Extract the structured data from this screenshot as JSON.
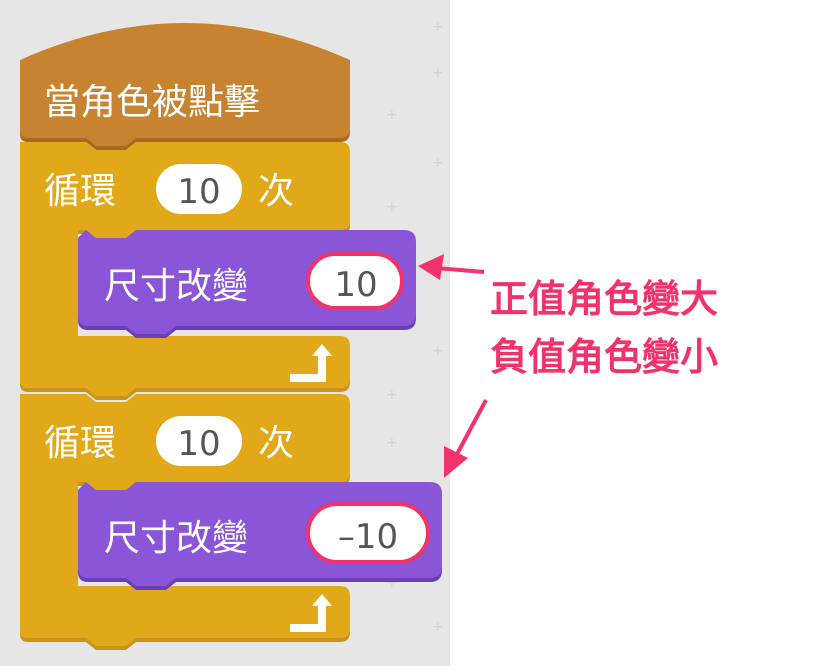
{
  "hat_block": {
    "label": "當角色被點擊",
    "color": "#c88330"
  },
  "repeat_blocks": [
    {
      "label": "循環",
      "count": "10",
      "suffix": "次",
      "color": "#e1a91a"
    },
    {
      "label": "循環",
      "count": "10",
      "suffix": "次",
      "color": "#e1a91a"
    }
  ],
  "change_size_blocks": [
    {
      "label": "尺寸改變",
      "value": "10",
      "color": "#8a55d7"
    },
    {
      "label": "尺寸改變",
      "value": "–10",
      "color": "#8a55d7"
    }
  ],
  "annotations": {
    "line1": "正值角色變大",
    "line2": "負值角色變小",
    "color": "#f2336b"
  }
}
